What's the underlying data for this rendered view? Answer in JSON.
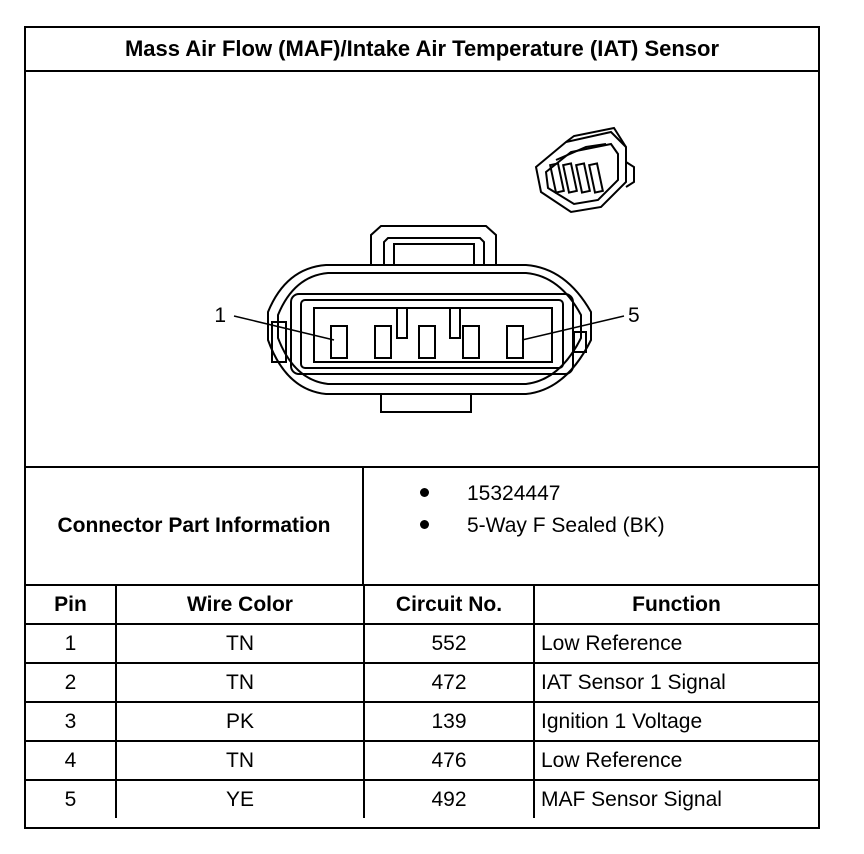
{
  "title": "Mass Air Flow (MAF)/Intake Air Temperature (IAT) Sensor",
  "figure": {
    "pin_callouts": [
      "1",
      "5"
    ]
  },
  "connector_info": {
    "label": "Connector Part Information",
    "items": [
      "15324447",
      "5-Way F Sealed (BK)"
    ]
  },
  "pin_table": {
    "headers": [
      "Pin",
      "Wire Color",
      "Circuit No.",
      "Function"
    ],
    "rows": [
      [
        "1",
        "TN",
        "552",
        "Low Reference"
      ],
      [
        "2",
        "TN",
        "472",
        "IAT Sensor 1 Signal"
      ],
      [
        "3",
        "PK",
        "139",
        "Ignition 1 Voltage"
      ],
      [
        "4",
        "TN",
        "476",
        "Low Reference"
      ],
      [
        "5",
        "YE",
        "492",
        "MAF Sensor Signal"
      ]
    ]
  }
}
